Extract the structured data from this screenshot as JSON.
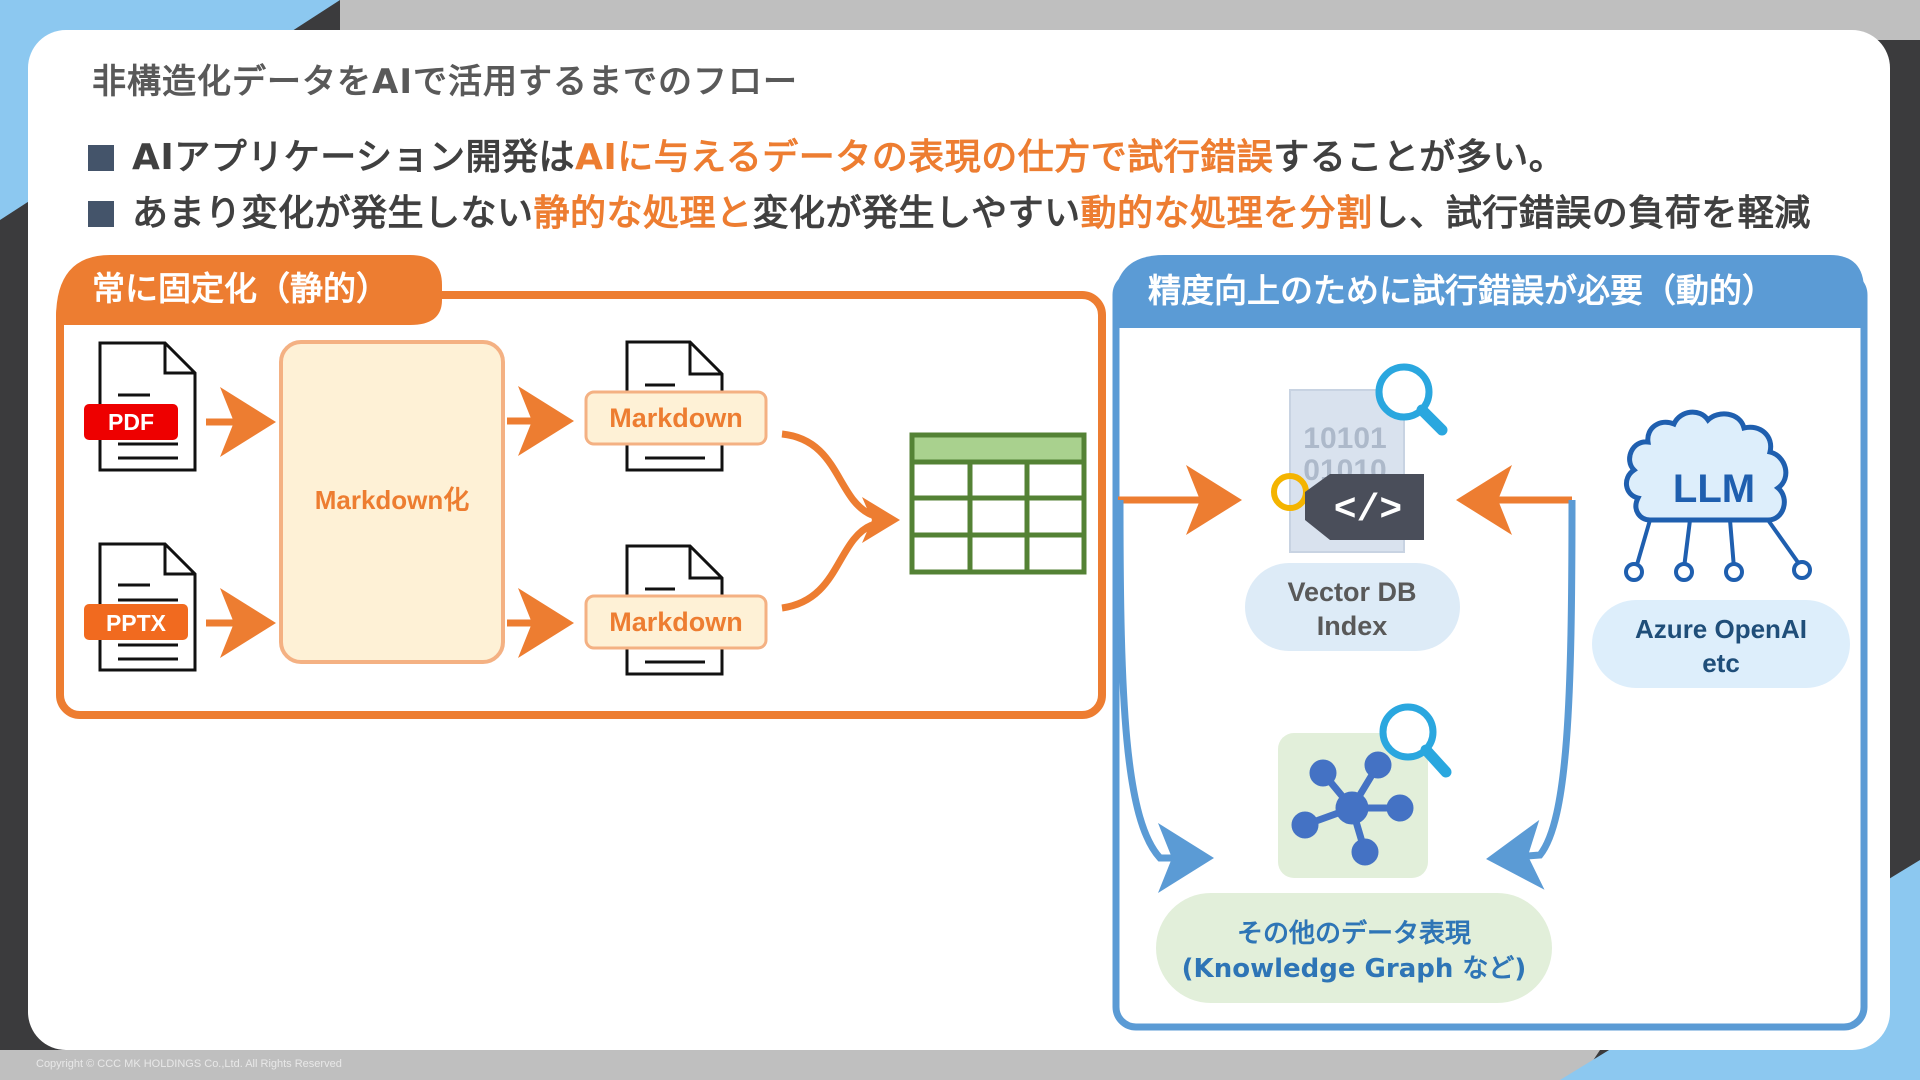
{
  "title": "非構造化データをAIで活用するまでのフロー",
  "bullets": [
    {
      "a": "AIアプリケーション開発は",
      "b": "AIに与えるデータの表現の仕方で試行錯誤",
      "c": "することが多い。"
    },
    {
      "a": "あまり変化が発生しない",
      "b": "静的な処理と",
      "c": "変化が発生しやすい",
      "d": "動的な処理を分割",
      "e": "し、試行錯誤の負荷を軽減"
    }
  ],
  "static_panel": {
    "label": "常に固定化（静的）",
    "pdf_label": "PDF",
    "pptx_label": "PPTX",
    "converter_label": "Markdown化",
    "md_top_label": "Markdown",
    "md_bottom_label": "Markdown"
  },
  "dynamic_panel": {
    "label": "精度向上のために試行錯誤が必要（動的）",
    "vector_label_line1": "Vector DB",
    "vector_label_line2": "Index",
    "llm_icon_text": "LLM",
    "llm_label_line1": "Azure OpenAI",
    "llm_label_line2": "etc",
    "other_label_line1": "その他のデータ表現",
    "other_label_line2": "(Knowledge Graph など)",
    "binary_text_1": "10101",
    "binary_text_2": "01010"
  },
  "copyright": "Copyright © CCC MK HOLDINGS Co.,Ltd. All Rights Reserved",
  "colors": {
    "orange": "#ED7D31",
    "blue": "#5B9BD5",
    "dark": "#3B3B3D",
    "light_blue": "#8CC8F0",
    "green": "#548235"
  }
}
